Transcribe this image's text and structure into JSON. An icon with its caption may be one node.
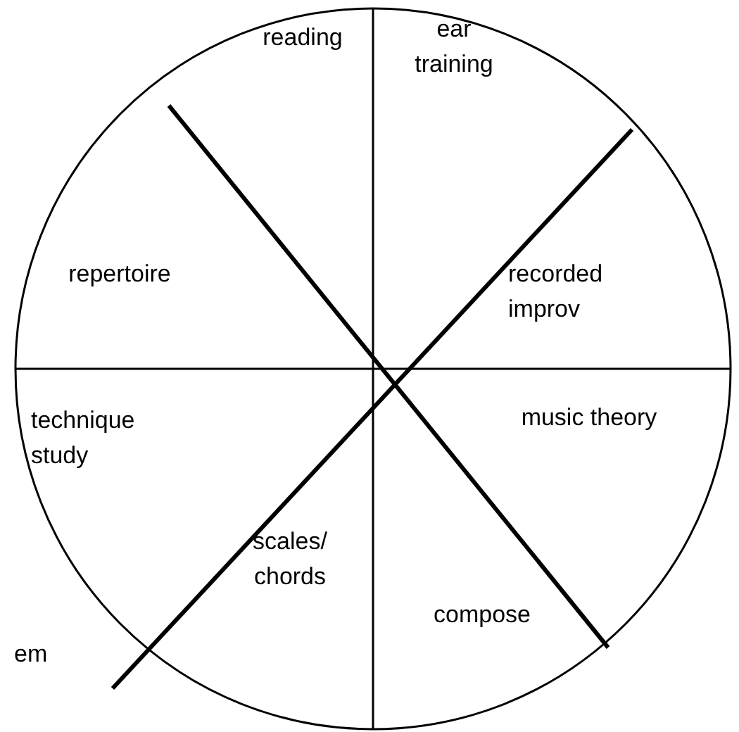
{
  "diagram": {
    "nodes": [
      {
        "text": [
          "reading"
        ]
      },
      {
        "text": [
          "ear training"
        ]
      },
      {
        "text": [
          "repertoire"
        ]
      },
      {
        "text": [
          "recorded improv"
        ]
      },
      {
        "text": [
          "technique study"
        ]
      },
      {
        "text": [
          "music theory"
        ]
      },
      {
        "text": [
          "scales/ chords"
        ]
      },
      {
        "text": [
          "compose"
        ]
      }
    ],
    "labels": [
      "em"
    ]
  }
}
